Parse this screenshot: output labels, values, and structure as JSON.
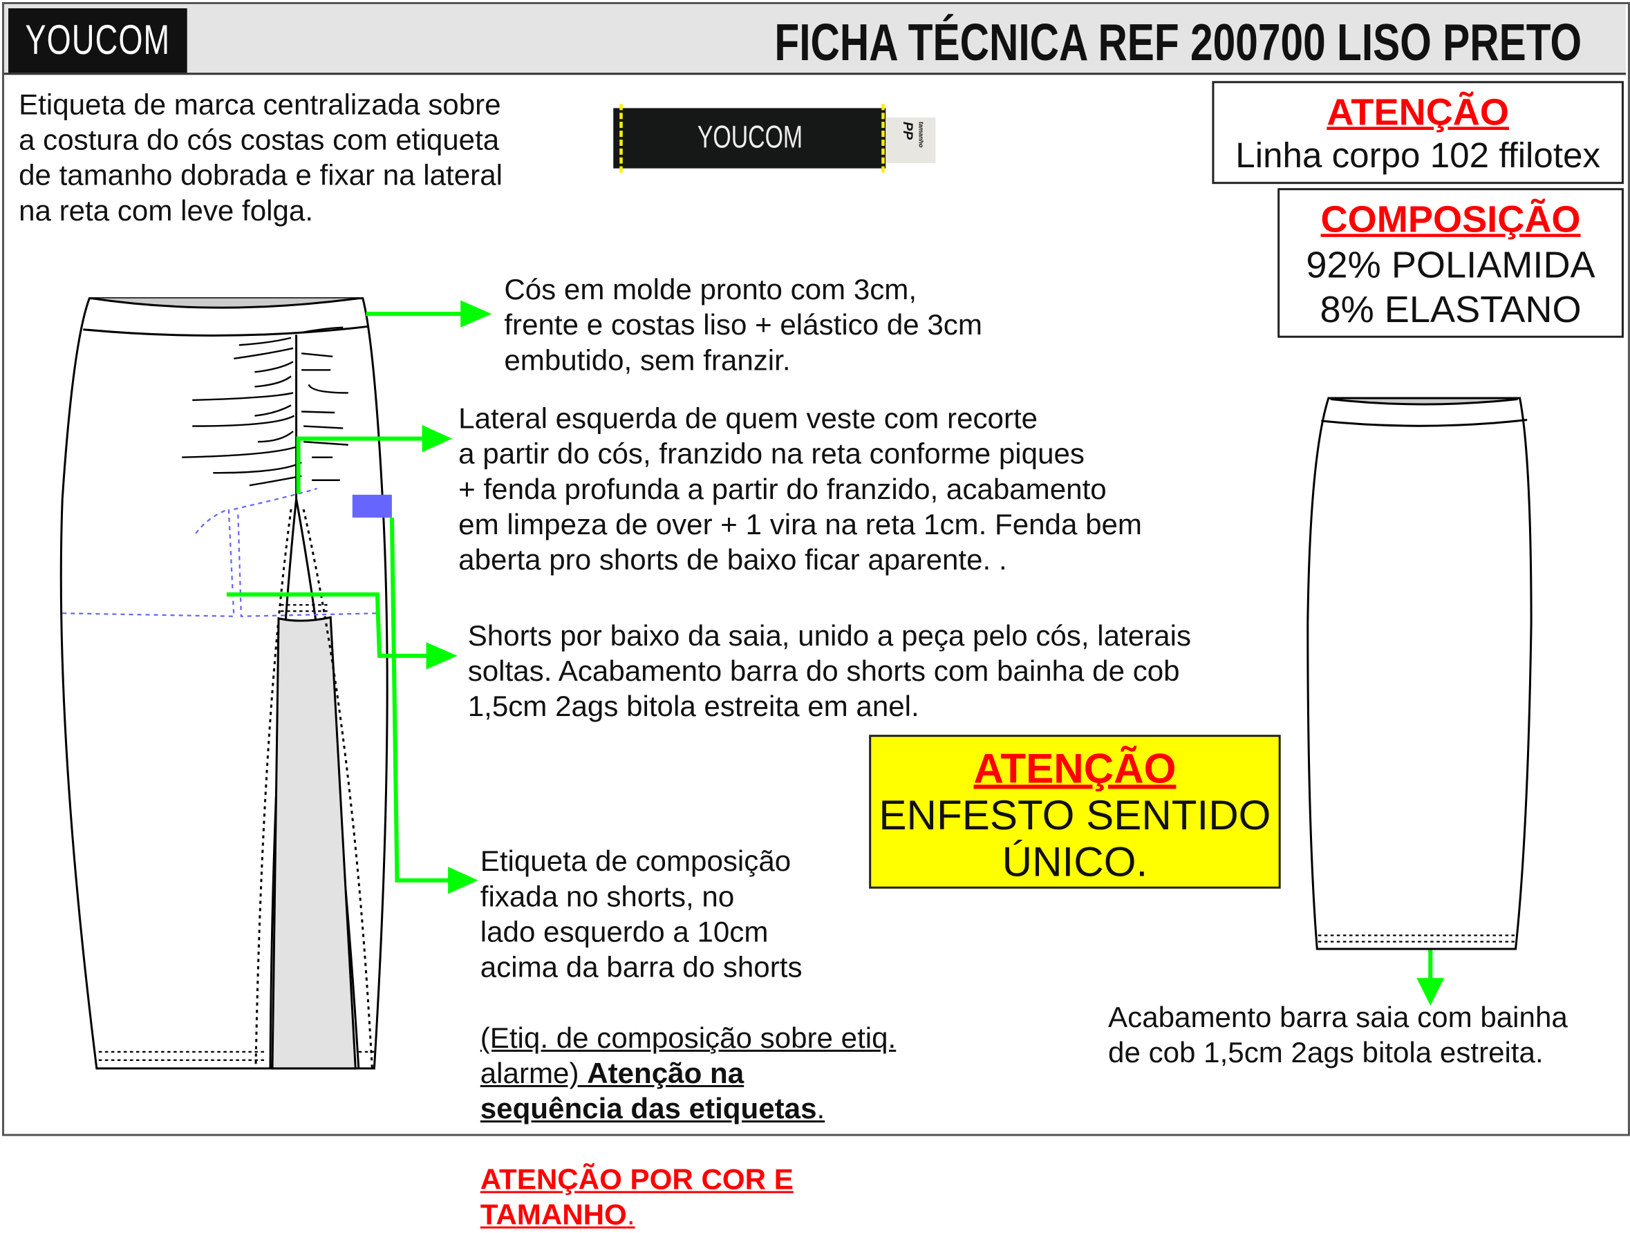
{
  "header": {
    "logo": "YOUCOM",
    "title": "FICHA TÉCNICA REF 200700 LISO PRETO"
  },
  "brand_label": {
    "logo": "YOUCOM",
    "size_caption": "tamanho",
    "size": "PP"
  },
  "notes": {
    "brand_label_note": "Etiqueta de marca centralizada sobre\na costura do cós costas com etiqueta\nde tamanho dobrada e fixar na lateral\nna reta com leve folga.",
    "waistband": "Cós em molde pronto com 3cm,\nfrente e costas liso + elástico de 3cm\nembutido, sem franzir.",
    "side": "Lateral esquerda de quem veste com recorte\na partir do cós, franzido na reta conforme piques\n+ fenda profunda a partir do franzido, acabamento\nem limpeza de over + 1 vira na reta 1cm. Fenda bem\naberta pro shorts de baixo ficar aparente. .",
    "shorts": "Shorts por baixo da saia, unido a peça pelo cós, laterais\nsoltas. Acabamento barra do shorts com bainha de cob\n1,5cm 2ags bitola estreita em anel.",
    "comp_label": "Etiqueta de composição\nfixada no shorts, no\nlado esquerdo a 10cm\nacima da barra do shorts",
    "comp_label_underlined": " (Etiq. de composição sobre etiq.\nalarme) ",
    "comp_label_bold": "Atenção na\nsequência das etiquetas",
    "comp_label_red": "ATENÇÃO POR COR E\nTAMANHO",
    "hem": "Acabamento barra saia com bainha\nde cob 1,5cm 2ags bitola estreita."
  },
  "attention_thread": {
    "heading": "ATENÇÃO",
    "text": "Linha corpo 102 ffilotex"
  },
  "composition": {
    "heading": "COMPOSIÇÃO",
    "lines": [
      "92% POLIAMIDA",
      "8% ELASTANO"
    ]
  },
  "attention_spread": {
    "heading": "ATENÇÃO",
    "lines": [
      "ENFESTO SENTIDO",
      "ÚNICO."
    ],
    "bg": "#ffff00"
  },
  "colors": {
    "arrow": "#00ff00",
    "pattern": "#6666ff",
    "alert": "#ff0000"
  }
}
